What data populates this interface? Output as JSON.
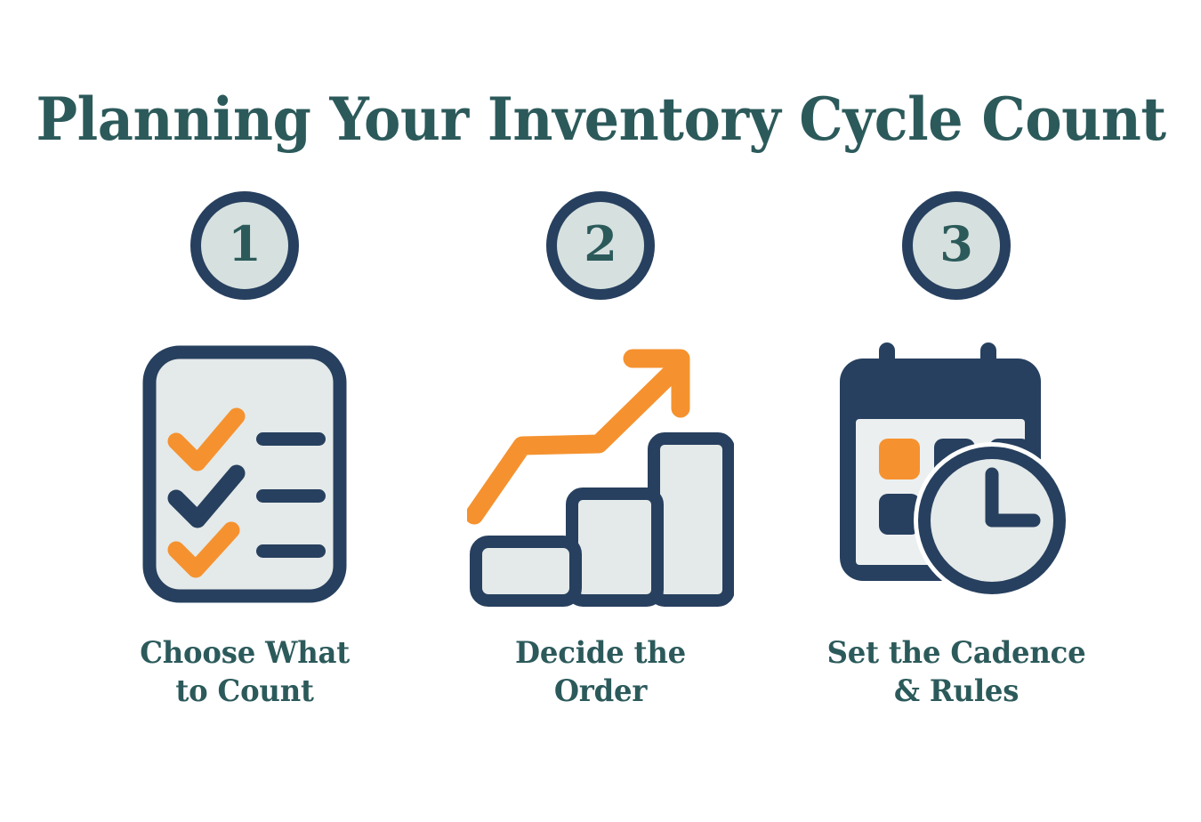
{
  "title": "Planning Your Inventory Cycle Count",
  "colors": {
    "background": "#ffffff",
    "title_teal": "#2c5a5b",
    "navy": "#27405f",
    "orange": "#f5922f",
    "light_fill": "#e4e9e9",
    "badge_fill": "#d6e0de"
  },
  "steps": [
    {
      "number": "1",
      "caption": "Choose What\nto Count",
      "icon_name": "checklist-clipboard-icon",
      "checklist": {
        "items": [
          {
            "check_color": "#f5922f",
            "line_color": "#27405f"
          },
          {
            "check_color": "#27405f",
            "line_color": "#27405f"
          },
          {
            "check_color": "#f5922f",
            "line_color": "#27405f"
          }
        ]
      }
    },
    {
      "number": "2",
      "caption": "Decide the\nOrder",
      "icon_name": "growth-bar-chart-icon",
      "bars": [
        {
          "label": "bar-1",
          "height_ratio": 0.33
        },
        {
          "label": "bar-2",
          "height_ratio": 0.62
        },
        {
          "label": "bar-3",
          "height_ratio": 1.0
        }
      ],
      "arrow_color": "#f5922f"
    },
    {
      "number": "3",
      "caption": "Set the Cadence\n& Rules",
      "icon_name": "calendar-clock-icon",
      "calendar_days": [
        {
          "pos": "row1-col1",
          "color": "#f5922f"
        },
        {
          "pos": "row1-col2",
          "color": "#27405f"
        },
        {
          "pos": "row1-col3",
          "color": "#27405f"
        },
        {
          "pos": "row2-col1",
          "color": "#27405f"
        }
      ],
      "clock_time": "3:00"
    }
  ]
}
